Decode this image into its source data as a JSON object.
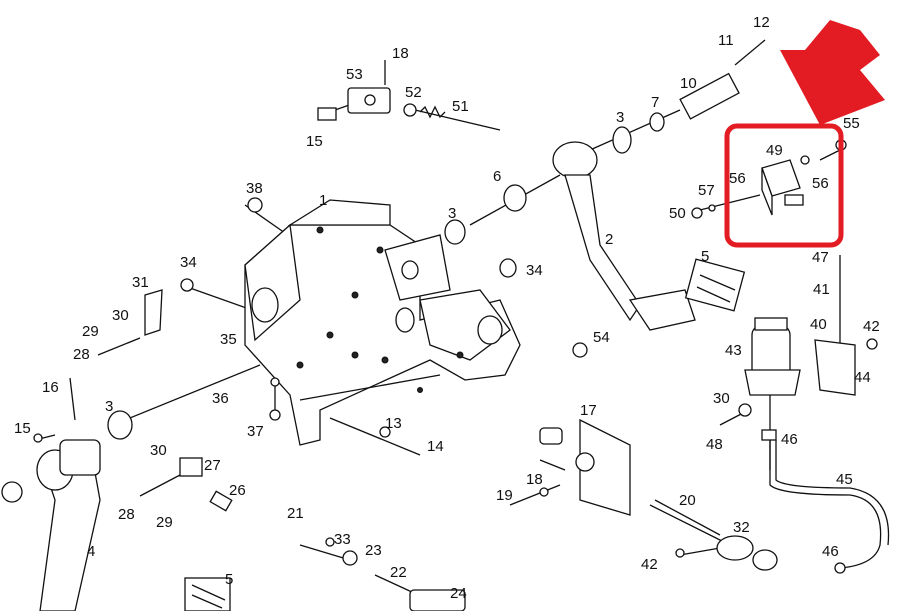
{
  "diagram": {
    "part_numbers": [
      "1",
      "2",
      "3",
      "3",
      "3",
      "4",
      "5",
      "5",
      "6",
      "7",
      "10",
      "11",
      "12",
      "13",
      "14",
      "15",
      "15",
      "16",
      "17",
      "18",
      "18",
      "19",
      "20",
      "21",
      "22",
      "23",
      "24",
      "26",
      "27",
      "28",
      "28",
      "29",
      "29",
      "30",
      "30",
      "30",
      "31",
      "32",
      "33",
      "34",
      "34",
      "35",
      "36",
      "37",
      "38",
      "40",
      "41",
      "42",
      "42",
      "43",
      "44",
      "45",
      "46",
      "46",
      "47",
      "48",
      "49",
      "50",
      "51",
      "52",
      "53",
      "54",
      "55",
      "56",
      "56",
      "57"
    ],
    "highlight": {
      "color": "#e31b23",
      "arrow_color": "#e31b23"
    }
  }
}
